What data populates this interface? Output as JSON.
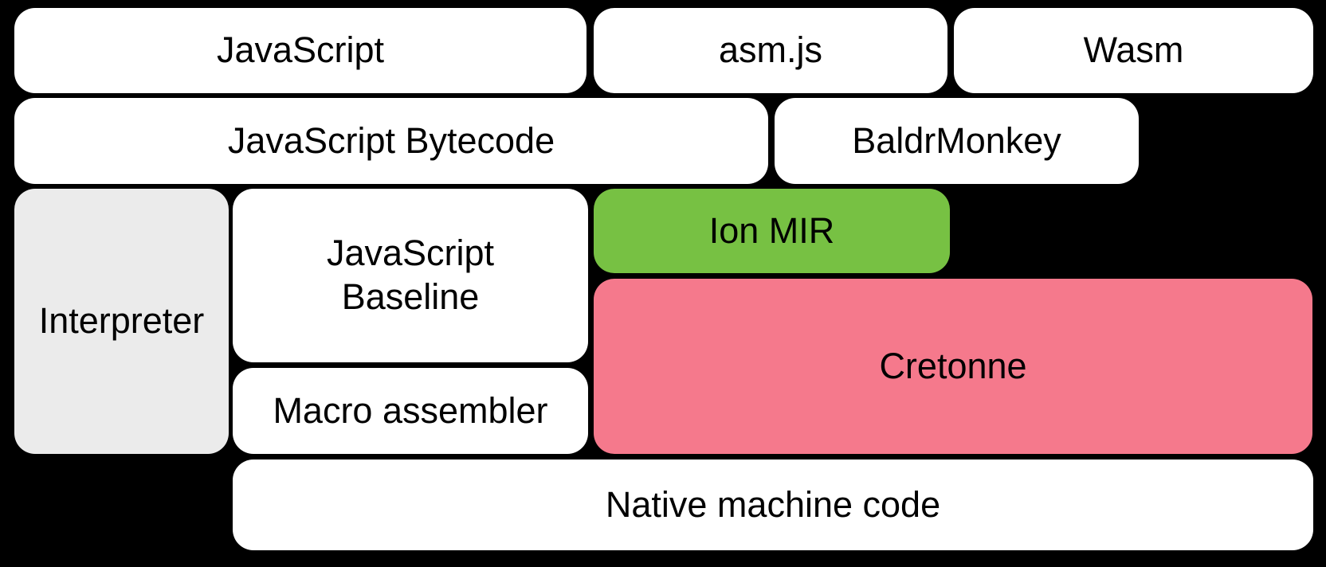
{
  "diagram": {
    "title": "Compiler pipeline diagram",
    "background_color": "#000000",
    "text_color": "#000000",
    "colors": {
      "node_default": "#ffffff",
      "interpreter_gray": "#ebebeb",
      "ion_mir_green": "#77c143",
      "cretonne_pink": "#f5798c"
    }
  },
  "nodes": {
    "javascript": {
      "label": "JavaScript"
    },
    "asmjs": {
      "label": "asm.js"
    },
    "wasm": {
      "label": "Wasm"
    },
    "bytecode": {
      "label": "JavaScript Bytecode"
    },
    "baldrmonkey": {
      "label": "BaldrMonkey"
    },
    "interpreter": {
      "label": "Interpreter"
    },
    "baseline": {
      "label": "JavaScript Baseline"
    },
    "ionmir": {
      "label": "Ion MIR"
    },
    "cretonne": {
      "label": "Cretonne"
    },
    "macroassembler": {
      "label": "Macro assembler"
    },
    "nativecode": {
      "label": "Native machine code"
    }
  }
}
